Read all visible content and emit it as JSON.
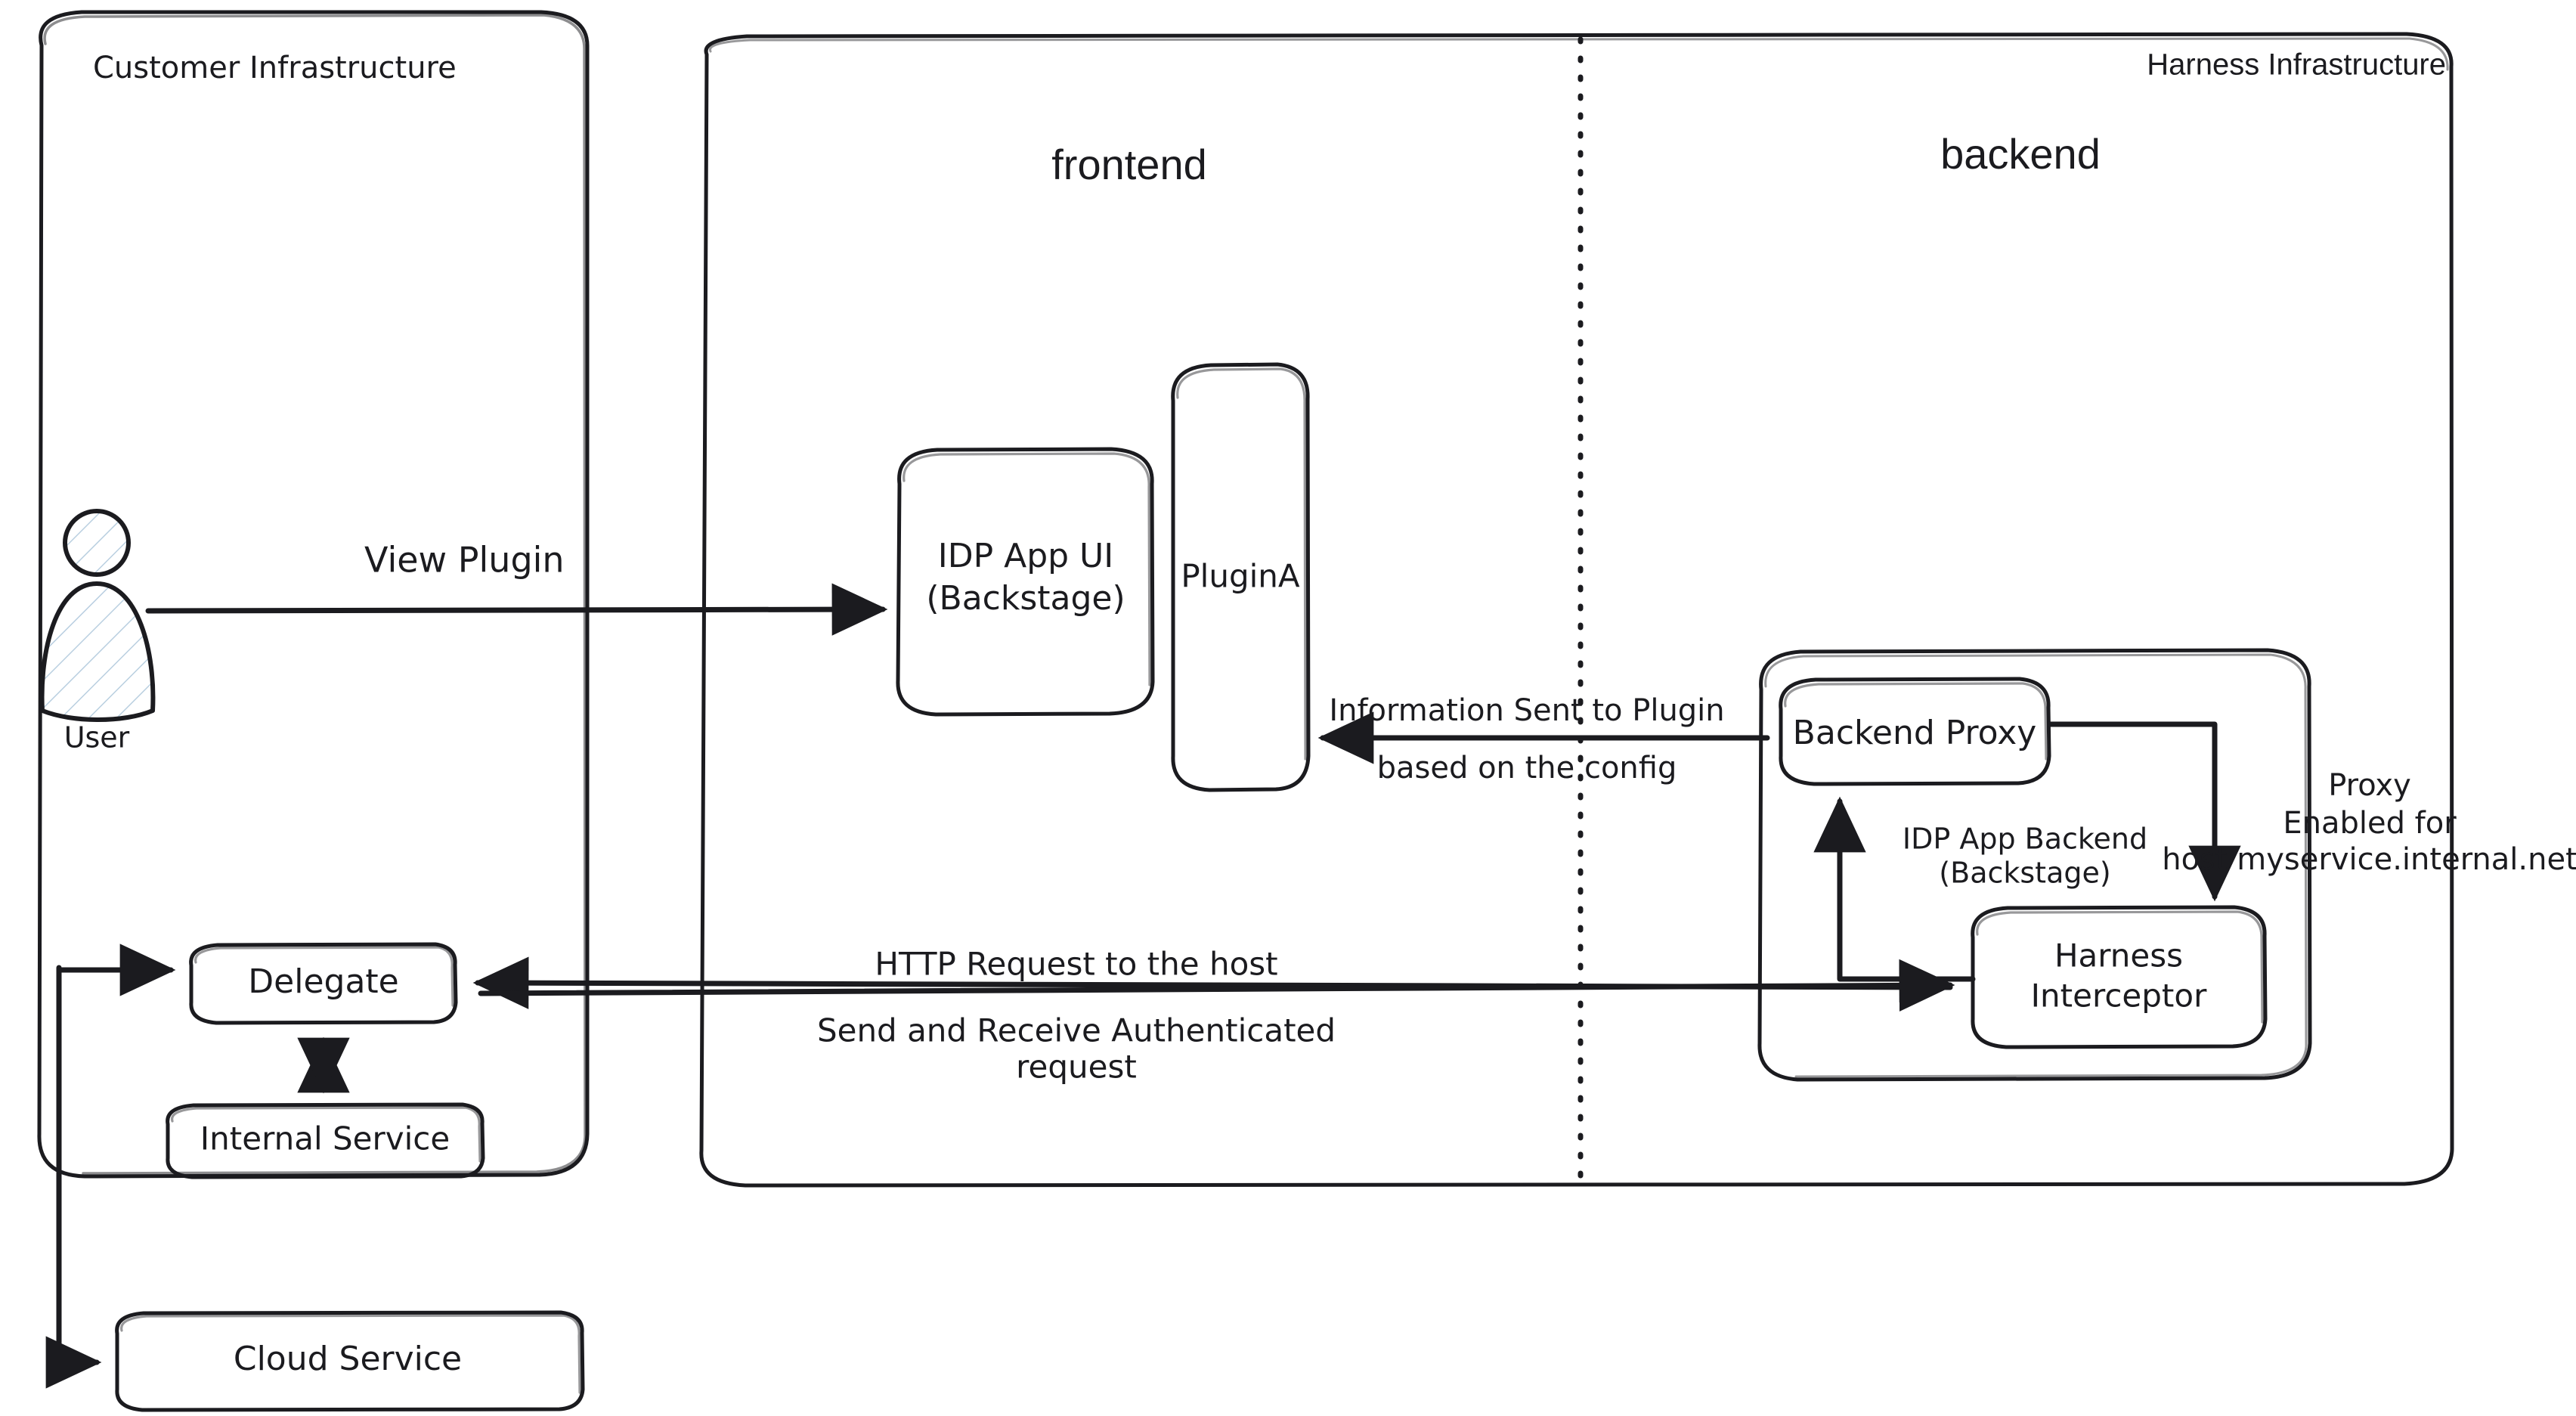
{
  "diagram": {
    "title_customer": "Customer Infrastructure",
    "title_harness": "Harness Infrastructure",
    "colors": {
      "stroke": "#1b1b1f",
      "service_fill": "#a5d8f5",
      "background": "#ffffff"
    },
    "zones": {
      "frontend_label": "frontend",
      "backend_label": "backend"
    },
    "nodes": {
      "user": "User",
      "idp_app_ui_line1": "IDP App UI",
      "idp_app_ui_line2": "(Backstage)",
      "plugin_a": "PluginA",
      "idp_app_backend_line1": "IDP App Backend",
      "idp_app_backend_line2": "(Backstage)",
      "backend_proxy": "Backend Proxy",
      "harness_interceptor_line1": "Harness",
      "harness_interceptor_line2": "Interceptor",
      "delegate": "Delegate",
      "internal_service": "Internal Service",
      "cloud_service": "Cloud Service"
    },
    "edge_labels": {
      "view_plugin": "View Plugin",
      "info_sent_line1": "Information Sent to Plugin",
      "info_sent_line2": "based on the config",
      "http_request": "HTTP Request to the host",
      "send_receive_line1": "Send and Receive Authenticated",
      "send_receive_line2": "request",
      "proxy_note_line1": "Proxy",
      "proxy_note_line2": "Enabled for",
      "proxy_note_line3": "host myservice.internal.net"
    }
  }
}
